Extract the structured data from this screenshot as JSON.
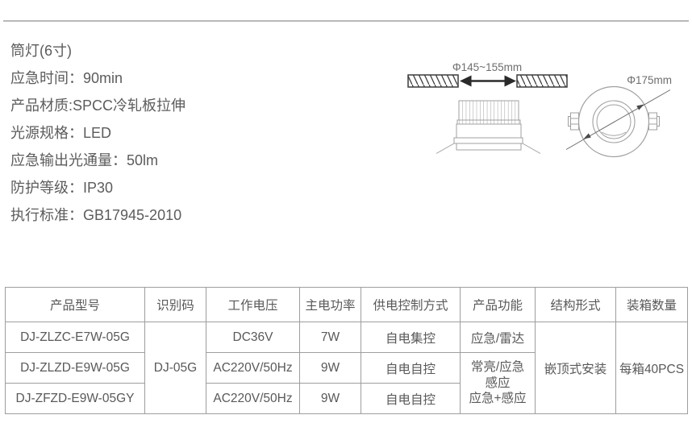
{
  "colors": {
    "text": "#5c5c5c",
    "table_border": "#9e9e9e",
    "divider": "#b9b9b9",
    "drawing_line": "#a0a0a0",
    "dark_line": "#3c3c3c"
  },
  "specs": {
    "title": "筒灯(6寸)",
    "lines": [
      "应急时间：90min",
      "产品材质:SPCC冷轧板拉伸",
      "光源规格：LED",
      "应急输出光通量：50lm",
      "防护等级：IP30",
      "执行标准：GB17945-2010"
    ]
  },
  "drawings": {
    "cutout_label": "Φ145~155mm",
    "diameter_label": "Φ175mm"
  },
  "table": {
    "headers": [
      "产品型号",
      "识别码",
      "工作电压",
      "主电功率",
      "供电控制方式",
      "产品功能",
      "结构形式",
      "装箱数量"
    ],
    "rows": [
      {
        "model": "DJ-ZLZC-E7W-05G",
        "voltage": "DC36V",
        "power": "7W",
        "control": "自电集控",
        "function": "应急/雷达"
      },
      {
        "model": "DJ-ZLZD-E9W-05G",
        "voltage": "AC220V/50Hz",
        "power": "9W",
        "control": "自电自控"
      },
      {
        "model": "DJ-ZFZD-E9W-05GY",
        "voltage": "AC220V/50Hz",
        "power": "9W",
        "control": "自电自控"
      }
    ],
    "merged": {
      "id_code": "DJ-05G",
      "function_lines": [
        "常亮/应急",
        "感应",
        "应急+感应"
      ],
      "structure": "嵌顶式安装",
      "packing": "每箱40PCS"
    }
  }
}
